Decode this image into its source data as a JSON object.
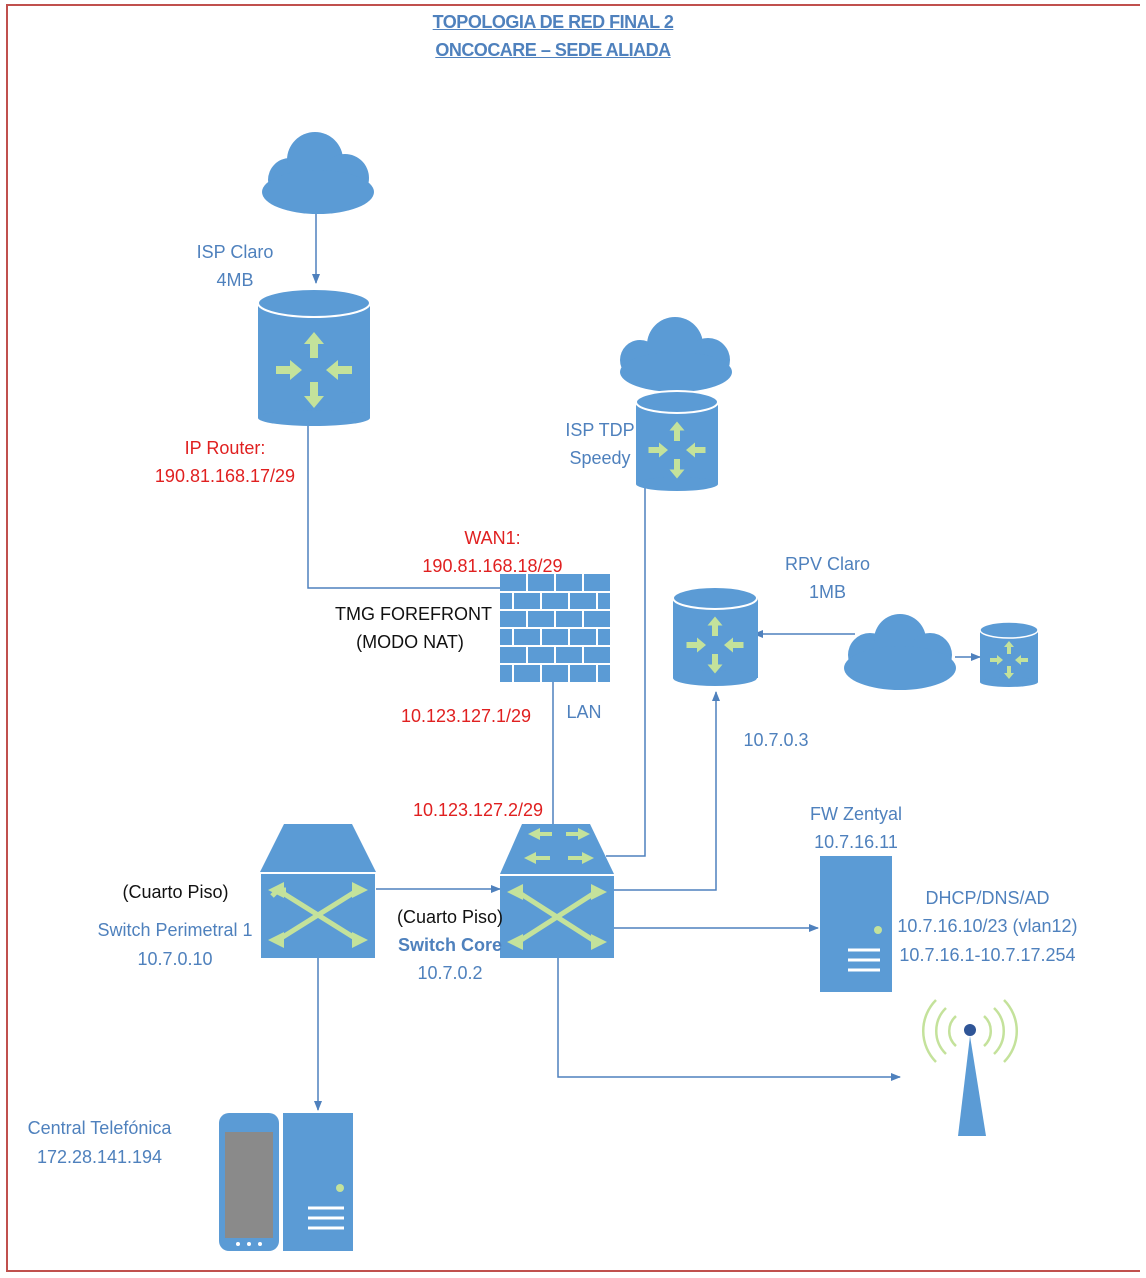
{
  "title": {
    "line1": "TOPOLOGIA DE RED FINAL 2",
    "line2": "ONCOCARE – SEDE ALIADA"
  },
  "isp_claro": {
    "name": "ISP Claro",
    "speed": "4MB"
  },
  "ip_router": {
    "label": "IP Router:",
    "ip": "190.81.168.17/29"
  },
  "isp_tdp": {
    "name": "ISP TDP",
    "sub": "Speedy"
  },
  "wan1": {
    "label": "WAN1:",
    "ip": "190.81.168.18/29"
  },
  "tmg": {
    "line1": "TMG FOREFRONT",
    "line2": "(MODO NAT)"
  },
  "rpv_claro": {
    "name": "RPV Claro",
    "speed": "1MB"
  },
  "lan": {
    "ip": "10.123.127.1/29",
    "label": "LAN"
  },
  "rpv_ip": "10.7.0.3",
  "core_uplink_ip": "10.123.127.2/29",
  "fw_zentyal": {
    "name": "FW Zentyal",
    "ip": "10.7.16.11"
  },
  "switch_perimetral": {
    "floor": "(Cuarto Piso)",
    "name": "Switch Perimetral 1",
    "ip": "10.7.0.10"
  },
  "switch_core": {
    "floor": "(Cuarto Piso)",
    "name": "Switch Core",
    "ip": "10.7.0.2"
  },
  "dhcp": {
    "line1": "DHCP/DNS/AD",
    "line2": "10.7.16.10/23 (vlan12)",
    "line3": "10.7.16.1-10.7.17.254"
  },
  "central": {
    "name": "Central Telefónica",
    "ip": "172.28.141.194"
  },
  "colors": {
    "device": "#5b9bd5",
    "arrow_green": "#c4e29b",
    "label_blue": "#4f81bd",
    "label_red": "#e02020",
    "frame": "#c0504d",
    "line": "#4f81bd"
  }
}
